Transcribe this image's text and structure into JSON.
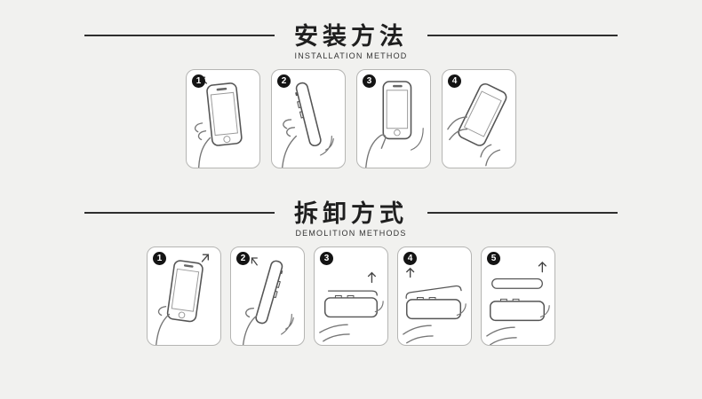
{
  "page": {
    "background": "#f1f1ef",
    "accent": "#141414"
  },
  "sections": [
    {
      "title_zh": "安装方法",
      "title_en": "INSTALLATION METHOD",
      "steps": [
        {
          "num": "1",
          "icon": "insert-phone-into-case-illustration"
        },
        {
          "num": "2",
          "icon": "align-side-buttons-illustration"
        },
        {
          "num": "3",
          "icon": "press-phone-front-illustration"
        },
        {
          "num": "4",
          "icon": "snap-frame-corner-illustration"
        }
      ]
    },
    {
      "title_zh": "拆卸方式",
      "title_en": "DEMOLITION METHODS",
      "steps": [
        {
          "num": "1",
          "icon": "hold-phone-front-illustration"
        },
        {
          "num": "2",
          "icon": "push-case-corner-illustration"
        },
        {
          "num": "3",
          "icon": "pry-frame-edge-illustration"
        },
        {
          "num": "4",
          "icon": "lift-frame-side-illustration"
        },
        {
          "num": "5",
          "icon": "remove-frame-up-illustration"
        }
      ]
    }
  ]
}
